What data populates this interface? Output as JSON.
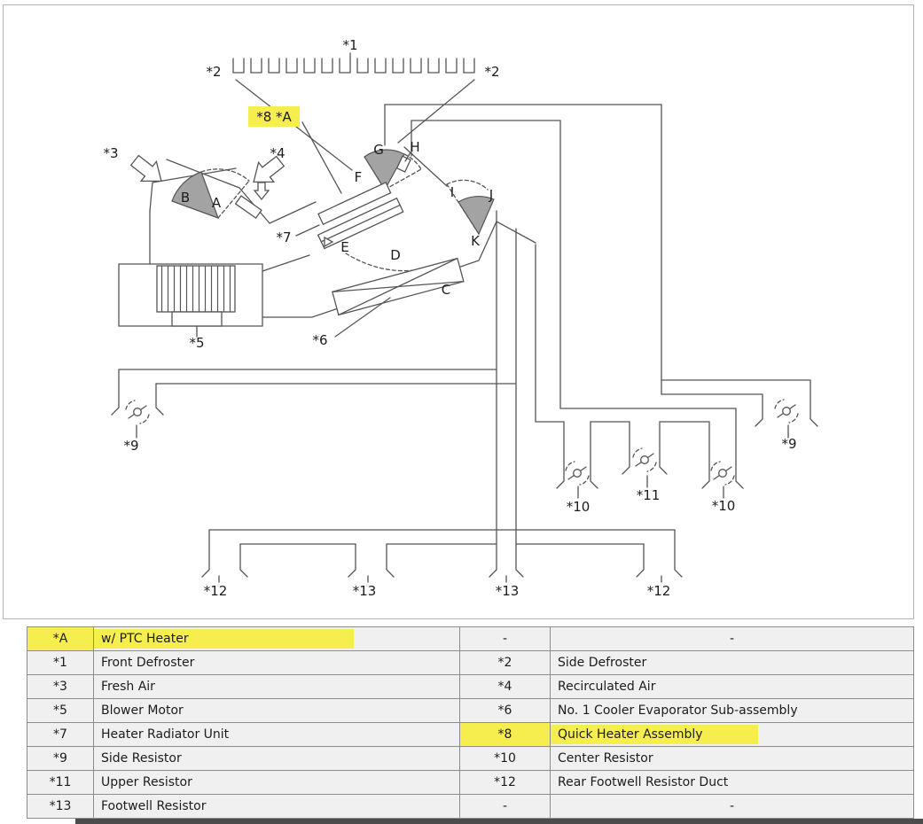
{
  "colors": {
    "highlight": "#f6ee4e",
    "diagram_line": "#555555",
    "door_fill": "#a3a3a3",
    "table_bg": "#f0f0f0",
    "table_border": "#8d8d8d"
  },
  "diagram": {
    "labels": {
      "n1": "*1",
      "n2_left": "*2",
      "n2_right": "*2",
      "n3": "*3",
      "n4": "*4",
      "n5": "*5",
      "n6": "*6",
      "n7": "*7",
      "n8a": "*8 *A",
      "n9_left": "*9",
      "n9_right": "*9",
      "n10_left": "*10",
      "n10_right": "*10",
      "n11": "*11",
      "n12_left": "*12",
      "n12_right": "*12",
      "n13_left": "*13",
      "n13_right": "*13"
    },
    "letters": {
      "A": "A",
      "B": "B",
      "C": "C",
      "D": "D",
      "E": "E",
      "F": "F",
      "G": "G",
      "H": "H",
      "I": "I",
      "J": "J",
      "K": "K"
    }
  },
  "legend": {
    "rows": [
      {
        "c1": "*A",
        "c2": "w/ PTC Heater",
        "c3": "-",
        "c4": "-"
      },
      {
        "c1": "*1",
        "c2": "Front Defroster",
        "c3": "*2",
        "c4": "Side Defroster"
      },
      {
        "c1": "*3",
        "c2": "Fresh Air",
        "c3": "*4",
        "c4": "Recirculated Air"
      },
      {
        "c1": "*5",
        "c2": "Blower Motor",
        "c3": "*6",
        "c4": "No. 1 Cooler Evaporator Sub-assembly"
      },
      {
        "c1": "*7",
        "c2": "Heater Radiator Unit",
        "c3": "*8",
        "c4": "Quick Heater Assembly"
      },
      {
        "c1": "*9",
        "c2": "Side Resistor",
        "c3": "*10",
        "c4": "Center Resistor"
      },
      {
        "c1": "*11",
        "c2": "Upper Resistor",
        "c3": "*12",
        "c4": "Rear Footwell Resistor Duct"
      },
      {
        "c1": "*13",
        "c2": "Footwell Resistor",
        "c3": "-",
        "c4": "-"
      }
    ]
  }
}
